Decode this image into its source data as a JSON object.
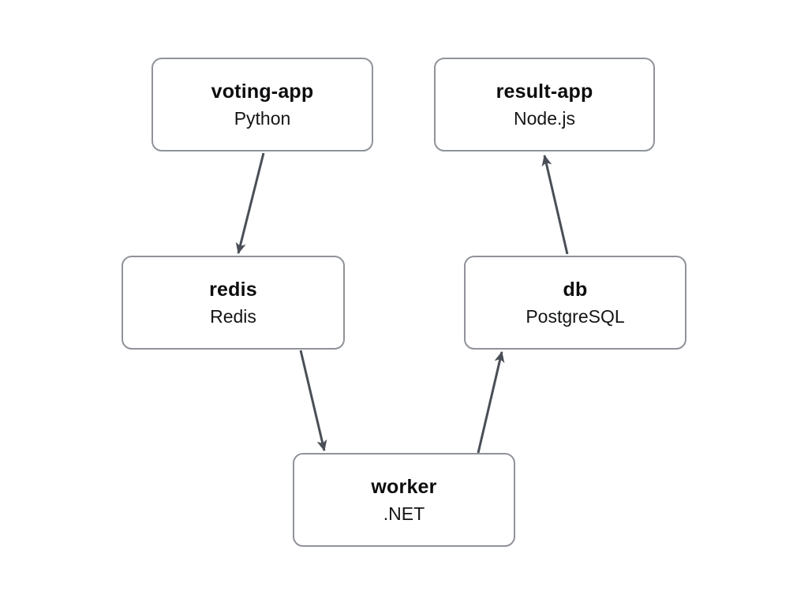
{
  "diagram": {
    "nodes": [
      {
        "id": "voting-app",
        "label": "voting-app",
        "sublabel": "Python"
      },
      {
        "id": "result-app",
        "label": "result-app",
        "sublabel": "Node.js"
      },
      {
        "id": "redis",
        "label": "redis",
        "sublabel": "Redis"
      },
      {
        "id": "db",
        "label": "db",
        "sublabel": "PostgreSQL"
      },
      {
        "id": "worker",
        "label": "worker",
        "sublabel": ".NET"
      }
    ],
    "edges": [
      {
        "from": "voting-app",
        "to": "redis"
      },
      {
        "from": "redis",
        "to": "worker"
      },
      {
        "from": "worker",
        "to": "db"
      },
      {
        "from": "db",
        "to": "result-app"
      }
    ],
    "colors": {
      "background": "#ffffff",
      "node_fill": "#ffffff",
      "node_border": "#8f9399",
      "arrow": "#4a4f57",
      "text": "#0c0c0e"
    }
  }
}
